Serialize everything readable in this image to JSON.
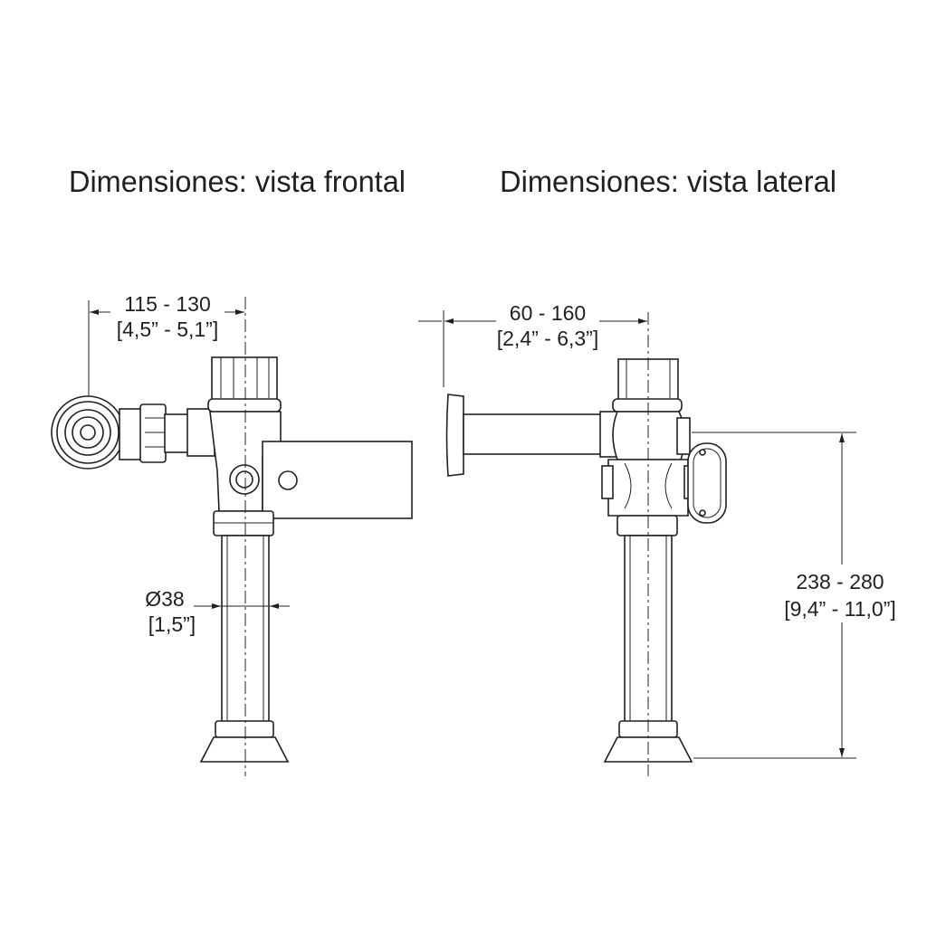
{
  "titles": {
    "front": "Dimensiones: vista frontal",
    "side": "Dimensiones: vista lateral"
  },
  "front_view": {
    "width_dim_mm": "115 - 130",
    "width_dim_in": "[4,5” - 5,1”]",
    "pipe_dia_mm": "Ø38",
    "pipe_dia_in": "[1,5”]"
  },
  "side_view": {
    "depth_dim_mm": "60 - 160",
    "depth_dim_in": "[2,4” - 6,3”]",
    "height_dim_mm": "238 - 280",
    "height_dim_in": "[9,4” - 11,0”]"
  },
  "colors": {
    "line": "#231f20",
    "background": "#ffffff"
  }
}
